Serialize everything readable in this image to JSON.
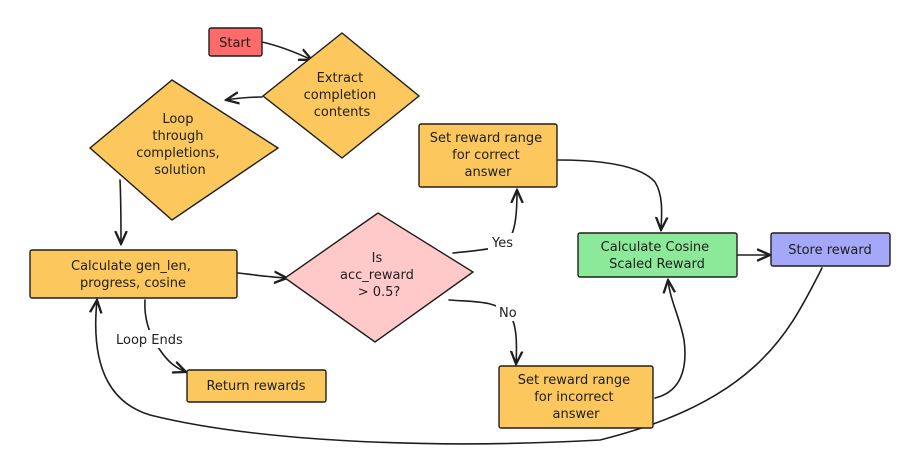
{
  "nodes": {
    "start": {
      "lines": [
        "Start"
      ],
      "color": "#ff6b6b"
    },
    "extract": {
      "lines": [
        "Extract",
        "completion",
        "contents"
      ],
      "color": "#fcc85d"
    },
    "loop": {
      "lines": [
        "Loop",
        "through",
        "completions,",
        "solution"
      ],
      "color": "#fcc85d"
    },
    "calculate": {
      "lines": [
        "Calculate gen_len,",
        "progress, cosine"
      ],
      "color": "#fcc85d"
    },
    "decision": {
      "lines": [
        "Is",
        "acc_reward",
        "> 0.5?"
      ],
      "color": "#ffc9c9"
    },
    "correct": {
      "lines": [
        "Set reward range",
        "for correct",
        "answer"
      ],
      "color": "#fcc85d"
    },
    "incorrect": {
      "lines": [
        "Set reward range",
        "for incorrect",
        "answer"
      ],
      "color": "#fcc85d"
    },
    "cosine": {
      "lines": [
        "Calculate Cosine",
        "Scaled Reward"
      ],
      "color": "#8ce99a"
    },
    "store": {
      "lines": [
        "Store reward"
      ],
      "color": "#a5a8f8"
    },
    "return": {
      "lines": [
        "Return rewards"
      ],
      "color": "#fcc85d"
    }
  },
  "edge_labels": {
    "yes": "Yes",
    "no": "No",
    "loop_ends": "Loop Ends"
  }
}
